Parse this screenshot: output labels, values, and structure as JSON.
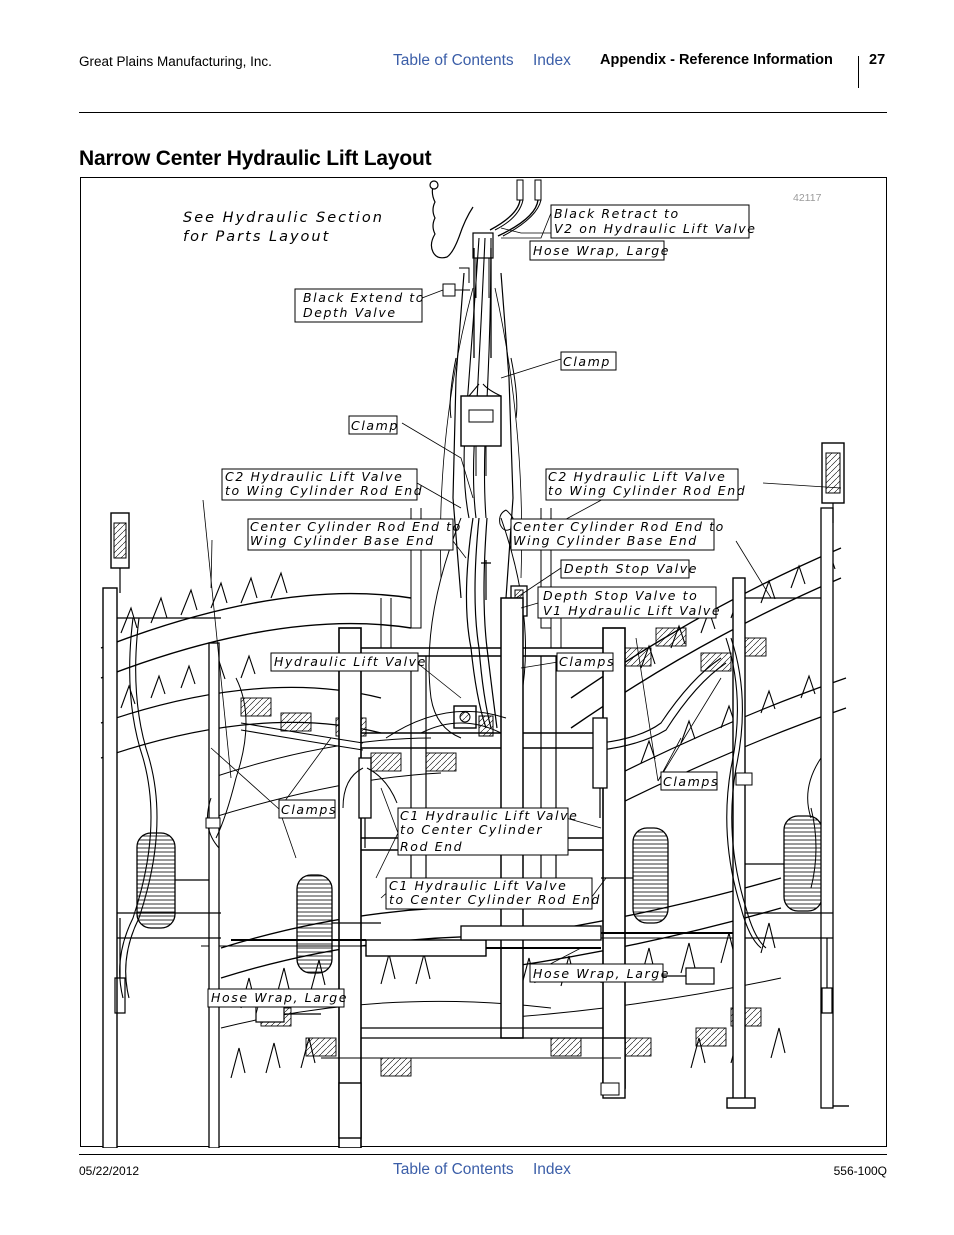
{
  "header": {
    "company": "Great Plains Manufacturing, Inc.",
    "toc_link": "Table of Contents",
    "index_link": "Index",
    "section": "Appendix - Reference Information",
    "page_number": "27"
  },
  "page_title": "Narrow Center Hydraulic Lift Layout",
  "figure": {
    "figure_id": "42117",
    "note_line1": "See Hydraulic Section",
    "note_line2": "for Parts Layout",
    "callouts": {
      "black_retract_1": "Black Retract to",
      "black_retract_2": "V2 on Hydraulic Lift Valve",
      "hose_wrap_large": "Hose Wrap, Large",
      "black_extend_1": "Black Extend to",
      "black_extend_2": "Depth Valve",
      "clamp": "Clamp",
      "c2_rod_1": "C2 Hydraulic Lift Valve",
      "c2_rod_2": "to Wing Cylinder Rod End",
      "center_rod_1": "Center Cylinder Rod End to",
      "center_rod_2": "Wing Cylinder Base End",
      "depth_stop_valve": "Depth Stop Valve",
      "depth_stop_v1_1": "Depth Stop Valve to",
      "depth_stop_v1_2": "V1 Hydraulic Lift Valve",
      "hydraulic_lift_valve": "Hydraulic Lift Valve",
      "clamps": "Clamps",
      "c1_1": "C1 Hydraulic Lift Valve",
      "c1_2": "to Center Cylinder",
      "c1_3": "Rod End",
      "c1_b2": "to Center Cylinder Rod End"
    }
  },
  "footer": {
    "date": "05/22/2012",
    "toc_link": "Table of Contents",
    "index_link": "Index",
    "doc_number": "556-100Q"
  }
}
